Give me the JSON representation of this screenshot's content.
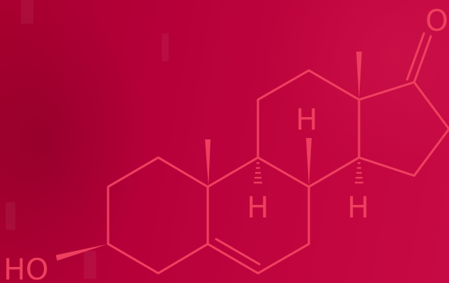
{
  "background_color": "#b8003a",
  "line_color": "#ee3f5f",
  "molecule": {
    "atom_labels": {
      "oxygen_top": "O",
      "hydroxyl": "HO",
      "h_c_ring_top": "H",
      "h_b_ring_bottom": "H",
      "h_c_ring_bottom": "H"
    }
  }
}
